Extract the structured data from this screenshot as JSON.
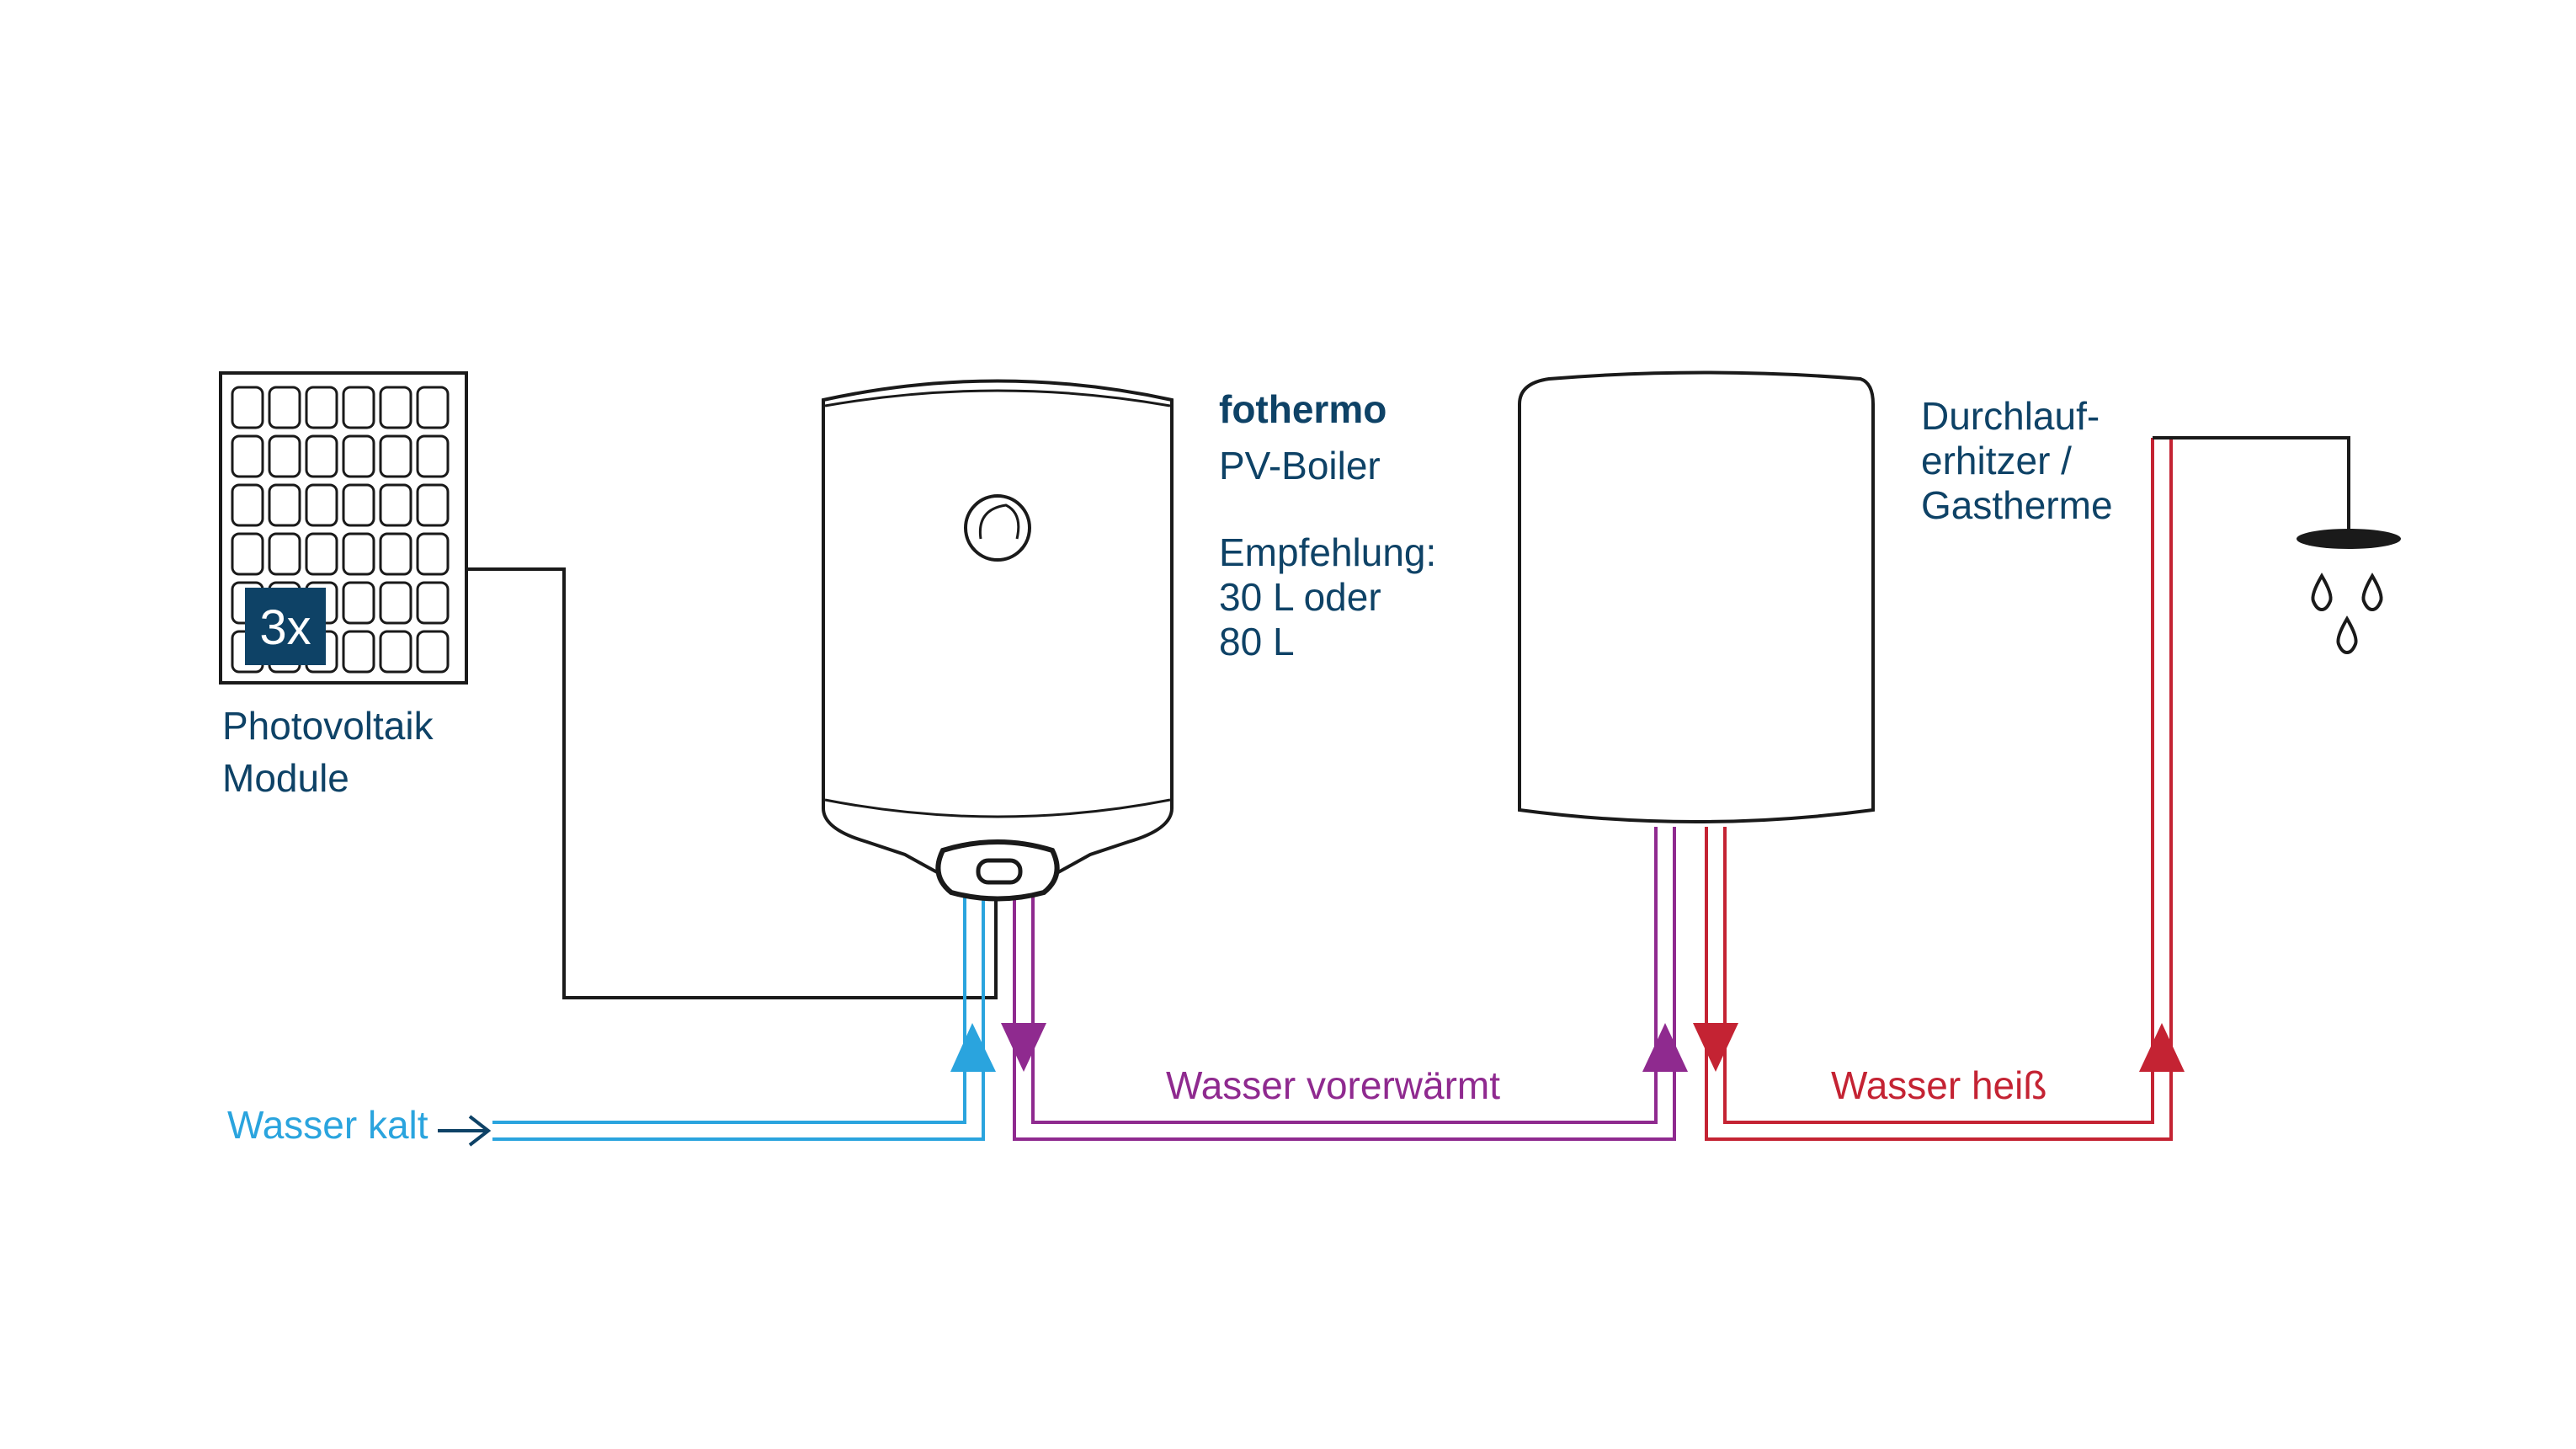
{
  "labels": {
    "pv_badge": "3x",
    "pv_line1": "Photovoltaik",
    "pv_line2": "Module",
    "boiler_brand": "fothermo",
    "boiler_type": "PV-Boiler",
    "recommendation_line1": "Empfehlung:",
    "recommendation_line2": "30 L oder",
    "recommendation_line3": "80 L",
    "heater_line1": "Durchlauf-",
    "heater_line2": "erhitzer /",
    "heater_line3": "Gastherme",
    "cold_water": "Wasser kalt",
    "preheated_water": "Wasser vorerwärmt",
    "hot_water": "Wasser heiß"
  },
  "icons": {
    "pv": "solar-panel-icon",
    "boiler": "water-boiler-icon",
    "heater": "instant-water-heater-icon",
    "shower": "shower-head-icon",
    "water_drops": "water-drop-icon"
  },
  "colors": {
    "text_dark_blue": "#0e4266",
    "badge_background": "#0e4266",
    "cold_water": "#2aa4de",
    "preheated_water": "#8f2a8f",
    "hot_water": "#c42333",
    "outline": "#1a1a1a"
  }
}
